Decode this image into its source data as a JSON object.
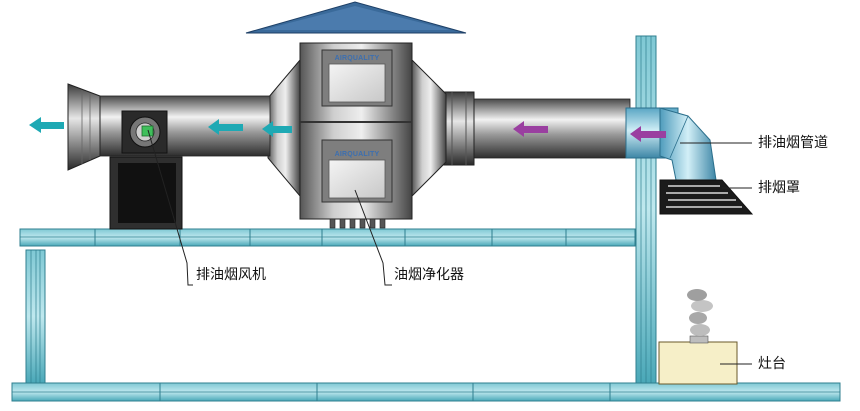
{
  "labels": {
    "exhaust_duct": "排油烟管道",
    "hood": "排烟罩",
    "fan": "排油烟风机",
    "purifier": "油烟净化器",
    "stove": "灶台"
  },
  "purifier": {
    "brand_top": "AIRQUALITY",
    "brand_bottom": "AIRQUALITY"
  },
  "colors": {
    "frame": "#7fc8d4",
    "arrow_cyan": "#1ea9b4",
    "arrow_purple": "#9a3fa0",
    "roof": "#3a6a9a",
    "stove": "#f6efc8"
  },
  "icons": [
    "flow-arrow-icon",
    "fan-icon",
    "smoke-icon"
  ]
}
